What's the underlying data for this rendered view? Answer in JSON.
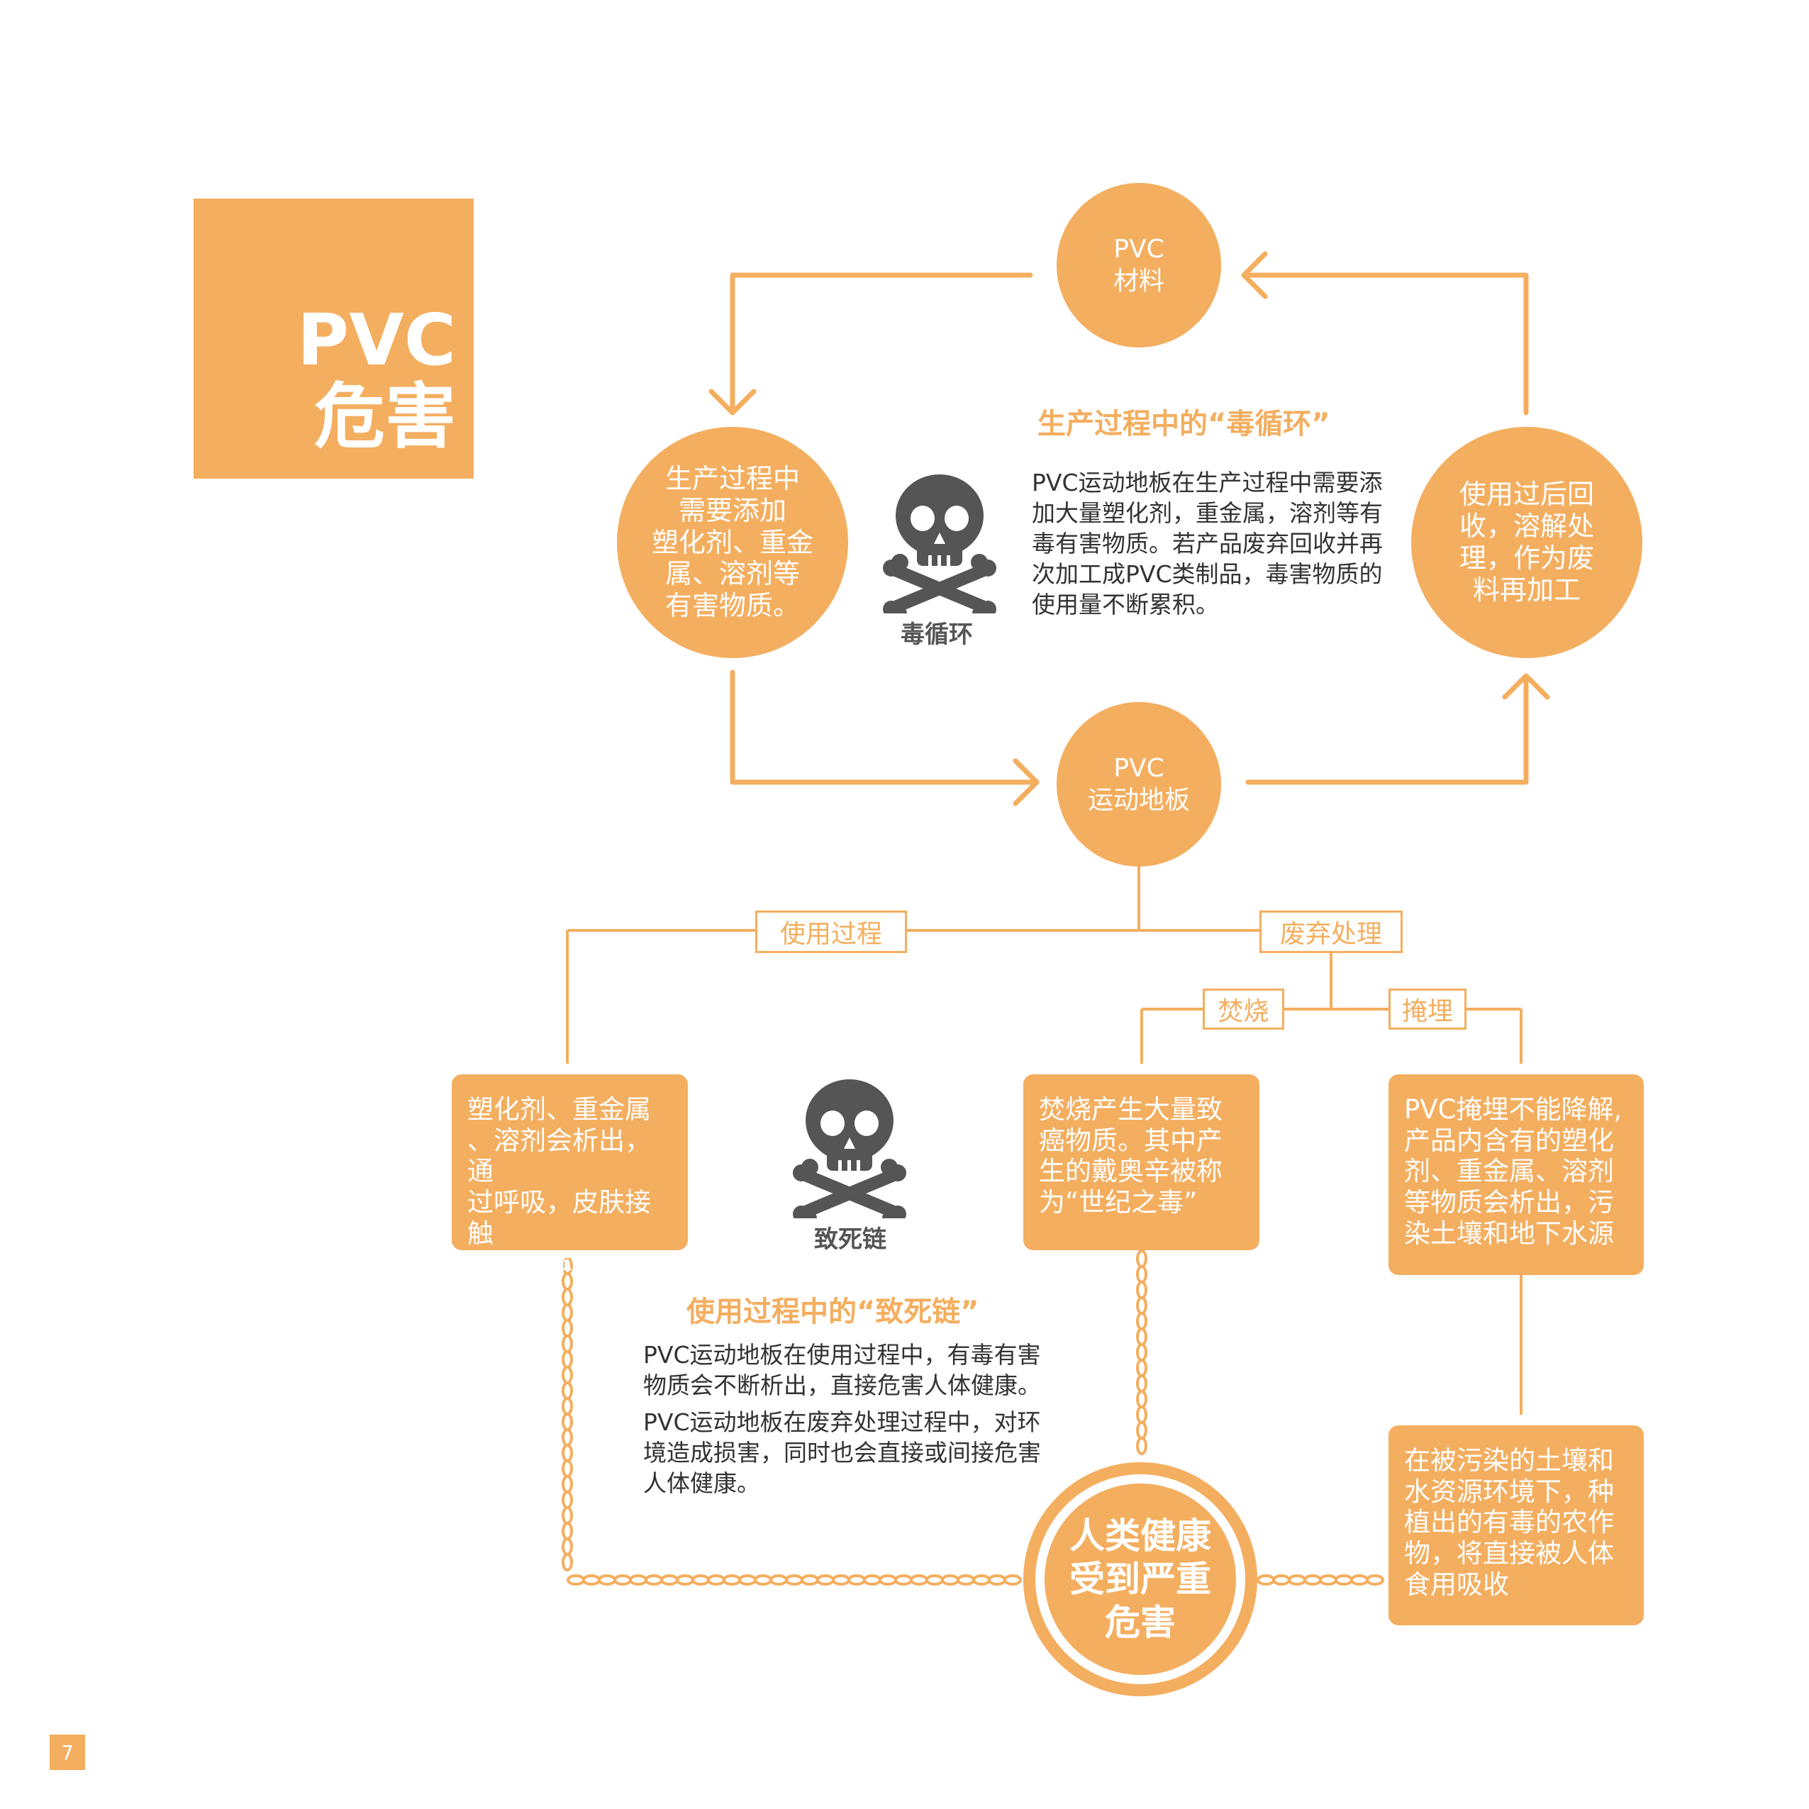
{
  "title": {
    "line1": "PVC",
    "line2": "危害"
  },
  "cycle": {
    "material": "PVC\n材料",
    "production": "生产过程中\n需要添加\n塑化剂、重金\n属、溶剂等\n有害物质。",
    "floor": "PVC\n运动地板",
    "recycle": "使用过后回\n收，溶解处\n理，作为废\n料再加工",
    "heading": "生产过程中的“毒循环”",
    "paragraph": "      PVC运动地板在生产过程中需要添加大量塑化剂，重金属，溶剂等有毒有害物质。若产品废弃回收并再次加工成PVC类制品，毒害物质的使用量不断累积。",
    "skull_label": "毒循环"
  },
  "branches": {
    "use_tag": "使用过程",
    "waste_tag": "废弃处理",
    "burn_tag": "焚烧",
    "bury_tag": "掩埋"
  },
  "boxes": {
    "use": "塑化剂、重金属\n、溶剂会析出，通\n过呼吸，皮肤接触\n而被人体吸收",
    "burn": "焚烧产生大量致\n癌物质。其中产\n生的戴奥辛被称\n为“世纪之毒”",
    "bury": "PVC掩埋不能降解,\n产品内含有的塑化\n剂、重金属、溶剂\n等物质会析出，污\n染土壤和地下水源",
    "crop": "在被污染的土壤和\n水资源环境下，种\n植出的有毒的农作\n物，将直接被人体\n食用吸收"
  },
  "chain": {
    "heading": "使用过程中的“致死链”",
    "paragraph1": "PVC运动地板在使用过程中，有毒有害\n物质会不断析出，直接危害人体健康。",
    "paragraph2": "PVC运动地板在废弃处理过程中，对环\n境造成损害，同时也会直接或间接危害\n人体健康。",
    "skull_label": "致死链",
    "health": "人类健康\n受到严重\n危害"
  },
  "page_number": "7",
  "colors": {
    "accent": "#f4ae5f",
    "skull": "#555555",
    "text": "#333333"
  },
  "icons": [
    "skull-crossbones-icon",
    "arrow-icon",
    "chain-icon"
  ]
}
